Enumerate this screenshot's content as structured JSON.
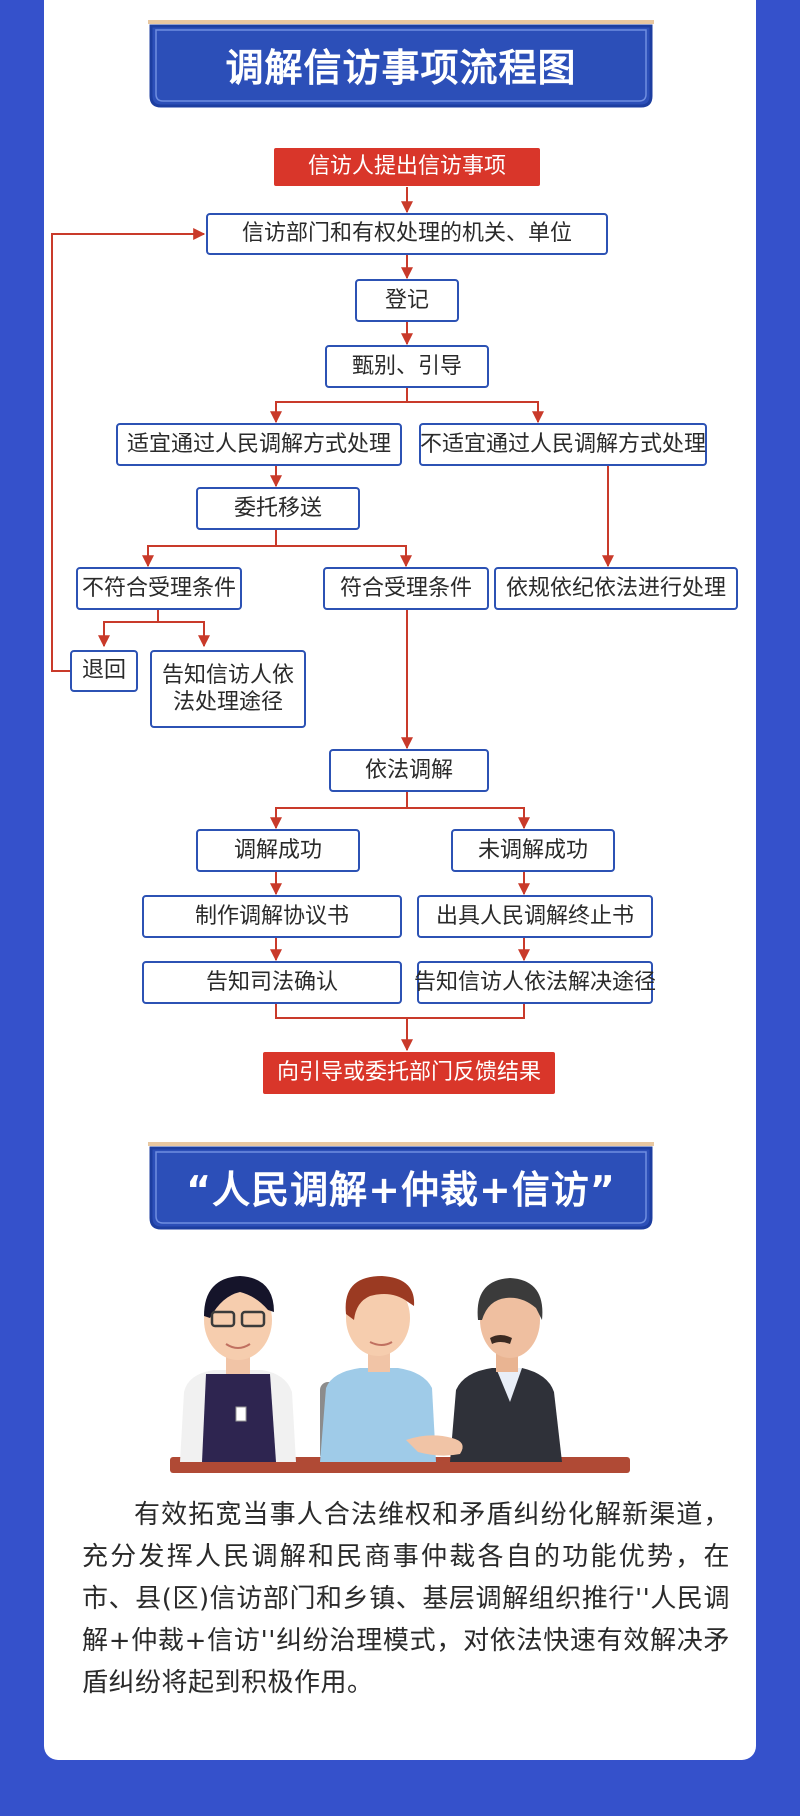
{
  "titles": {
    "flowchart": "调解信访事项流程图",
    "model": "“人民调解+仲裁+信访”"
  },
  "flow": {
    "start": "信访人提出信访事项",
    "dept": "信访部门和有权处理的机关、单位",
    "register": "登记",
    "screen": "甄别、引导",
    "suitable": "适宜通过人民调解方式处理",
    "unsuitable": "不适宜通过人民调解方式处理",
    "entrust": "委托移送",
    "not_meet": "不符合受理条件",
    "meet": "符合受理条件",
    "lawful_handle": "依规依纪依法进行处理",
    "return": "退回",
    "inform_path": "告知信访人依法处理途径",
    "mediate": "依法调解",
    "success": "调解成功",
    "fail": "未调解成功",
    "make_agreement": "制作调解协议书",
    "termination": "出具人民调解终止书",
    "judicial": "告知司法确认",
    "inform_solution": "告知信访人依法解决途径",
    "feedback": "向引导或委托部门反馈结果"
  },
  "illustration": {
    "icon": "three-people-handshake-illustration"
  },
  "paragraph": "有效拓宽当事人合法维权和矛盾纠纷化解新渠道，充分发挥人民调解和民商事仲裁各自的功能优势，在市、县(区)信访部门和乡镇、基层调解组织推行''人民调解+仲裁+信访''纠纷治理模式，对依法快速有效解决矛盾纠纷将起到积极作用。",
  "colors": {
    "background": "#3551cb",
    "box_border": "#2c52b4",
    "arrow": "#c93a2a",
    "highlight": "#d9362a"
  }
}
